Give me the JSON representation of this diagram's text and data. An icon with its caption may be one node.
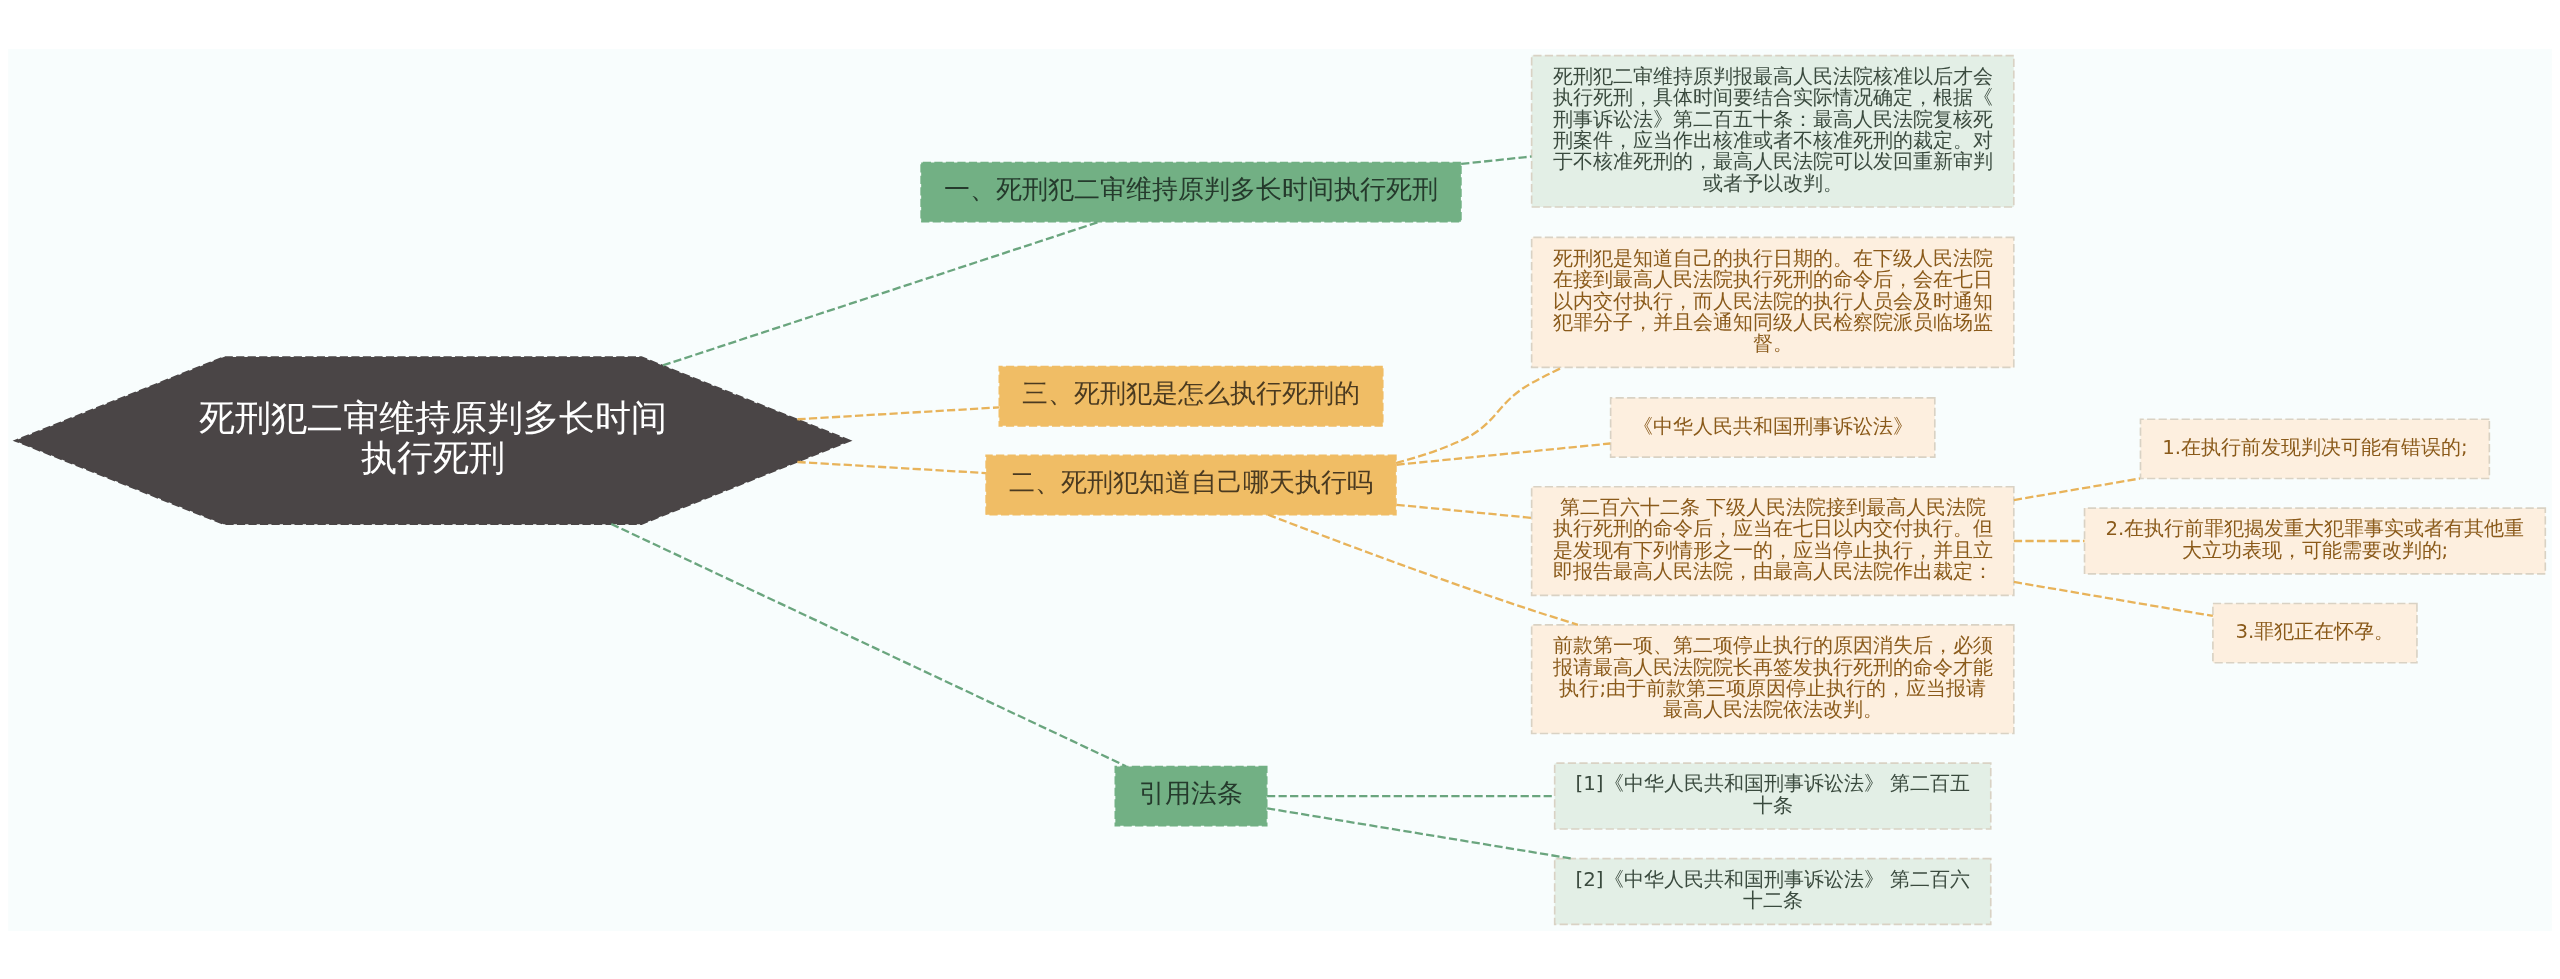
{
  "diagram": {
    "nodes": [
      {
        "text": [
          "死刑犯二审维持原判多长时间执行死刑"
        ]
      },
      {
        "text": [
          "一、死刑犯二审维持原判多长时间执行死刑"
        ]
      },
      {
        "text": [
          "死刑犯二审维持原判报最高人民法院核准以后才会执行死刑，具体时间要结合实际情况确定，根据《刑事诉讼法》第二百五十条：最高人民法院复核死刑案件，应当作出核准或者不核准死刑的裁定。对于不核准死刑的，最高人民法院可以发回重新审判或者予以改判。"
        ]
      },
      {
        "text": [
          "三、死刑犯是怎么执行死刑的"
        ]
      },
      {
        "text": [
          "二、死刑犯知道自己哪天执行吗"
        ]
      },
      {
        "text": [
          "死刑犯是知道自己的执行日期的。在下级人民法院在接到最高人民法院执行死刑的命令后，会在七日以内交付执行，而人民法院的执行人员会及时通知犯罪分子，并且会通知同级人民检察院派员临场监督。"
        ]
      },
      {
        "text": [
          "《中华人民共和国刑事诉讼法》"
        ]
      },
      {
        "text": [
          "第二百六十二条 下级人民法院接到最高人民法院执行死刑的命令后，应当在七日以内交付执行。但是发现有下列情形之一的，应当停止执行，并且立即报告最高人民法院，由最高人民法院作出裁定："
        ]
      },
      {
        "text": [
          "1.在执行前发现判决可能有错误的;"
        ]
      },
      {
        "text": [
          "2.在执行前罪犯揭发重大犯罪事实或者有其他重大立功表现，可能需要改判的;"
        ]
      },
      {
        "text": [
          "3.罪犯正在怀孕。"
        ]
      },
      {
        "text": [
          "前款第一项、第二项停止执行的原因消失后，必须报请最高人民法院院长再签发执行死刑的命令才能执行;由于前款第三项原因停止执行的，应当报请最高人民法院依法改判。"
        ]
      },
      {
        "text": [
          "引用法条"
        ]
      },
      {
        "text": [
          "[1]《中华人民共和国刑事诉讼法》 第二百五十条"
        ]
      },
      {
        "text": [
          "[2]《中华人民共和国刑事诉讼法》 第二百六十二条"
        ]
      }
    ],
    "edges": [
      {
        "from": 0,
        "to": 1,
        "arrow": "none",
        "style": "dashed",
        "color": "#6aa57e"
      },
      {
        "from": 1,
        "to": 2,
        "arrow": "none",
        "style": "dashed",
        "color": "#6aa57e"
      },
      {
        "from": 0,
        "to": 3,
        "arrow": "none",
        "style": "dashed"
      },
      {
        "from": 0,
        "to": 4,
        "arrow": "none",
        "style": "dashed"
      },
      {
        "from": 4,
        "to": 5,
        "arrow": "none",
        "style": "dashed"
      },
      {
        "from": 4,
        "to": 6,
        "arrow": "none",
        "style": "dashed"
      },
      {
        "from": 4,
        "to": 7,
        "arrow": "none",
        "style": "dashed"
      },
      {
        "from": 7,
        "to": 8,
        "arrow": "none",
        "style": "dashed"
      },
      {
        "from": 7,
        "to": 9,
        "arrow": "none",
        "style": "dashed"
      },
      {
        "from": 7,
        "to": 10,
        "arrow": "none",
        "style": "dashed"
      },
      {
        "from": 4,
        "to": 11,
        "arrow": "none",
        "style": "dashed"
      },
      {
        "from": 0,
        "to": 12,
        "arrow": "none",
        "style": "dashed",
        "color": "#6aa57e"
      },
      {
        "from": 12,
        "to": 13,
        "arrow": "none",
        "style": "dashed",
        "color": "#6aa57e"
      },
      {
        "from": 12,
        "to": 14,
        "arrow": "none",
        "style": "dashed",
        "color": "#6aa57e"
      }
    ]
  }
}
